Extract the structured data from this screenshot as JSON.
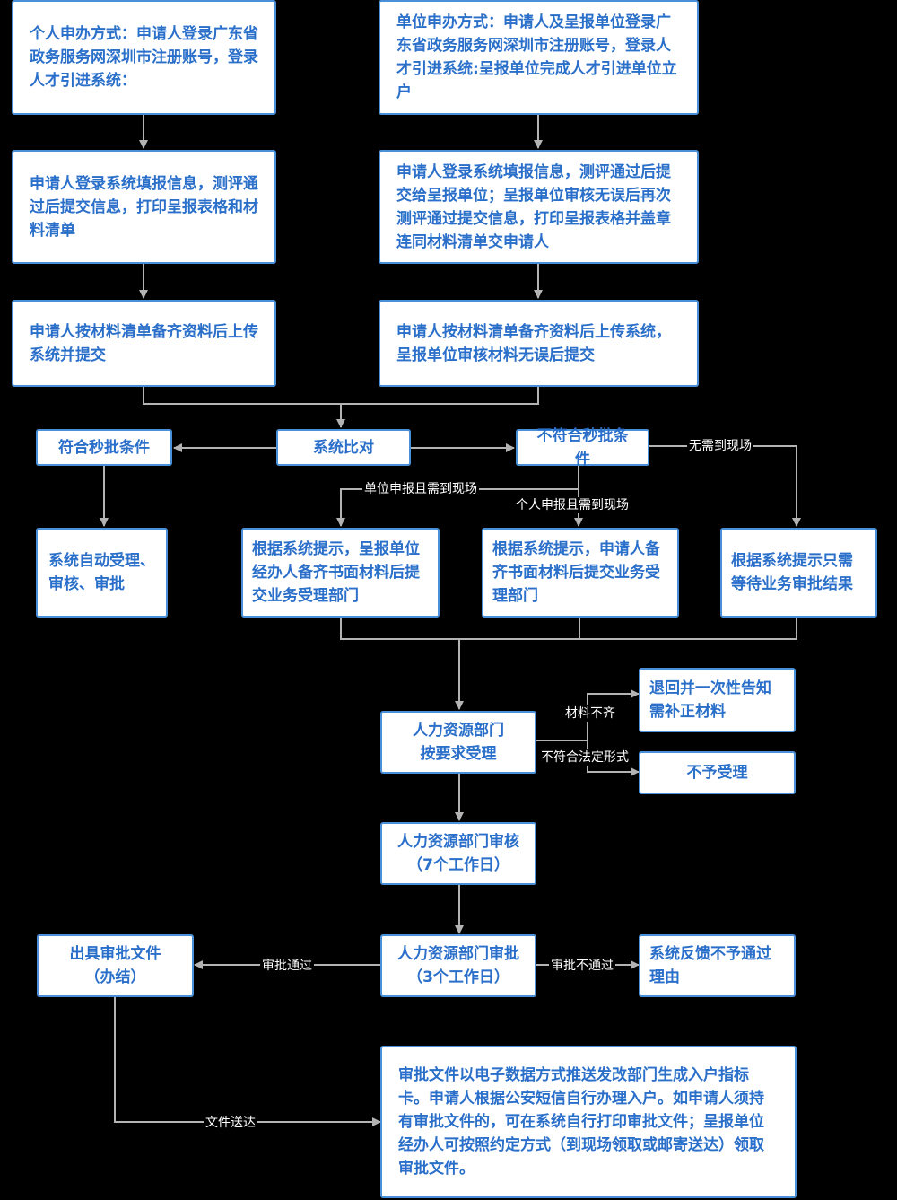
{
  "boxes": {
    "personal_method": "个人申办方式：申请人登录广东省政务服务网深圳市注册账号，登录人才引进系统：",
    "unit_method": "单位申办方式：申请人及呈报单位登录广东省政务服务网深圳市注册账号，登录人才引进系统:呈报单位完成人才引进单位立户",
    "personal_fill": "申请人登录系统填报信息，测评通过后提交信息，打印呈报表格和材料清单",
    "unit_fill": "申请人登录系统填报信息，测评通过后提交给呈报单位；呈报单位审核无误后再次测评通过提交信息，打印呈报表格并盖章连同材料清单交申请人",
    "personal_upload": "申请人按材料清单备齐资料后上传系统并提交",
    "unit_upload": "申请人按材料清单备齐资料后上传系统，呈报单位审核材料无误后提交",
    "qualifies": "符合秒批条件",
    "system_compare": "系统比对",
    "not_qualifies": "不符合秒批条件",
    "auto_approve": "系统自动受理、审核、审批",
    "unit_onsite": "根据系统提示，呈报单位经办人备齐书面材料后提交业务受理部门",
    "personal_onsite": "根据系统提示，申请人备齐书面材料后提交业务受理部门",
    "wait_result": "根据系统提示只需等待业务审批结果",
    "hr_accept": "人力资源部门按要求受理",
    "return_notify": "退回并一次性告知需补正材料",
    "reject": "不予受理",
    "hr_review": "人力资源部门审核（7个工作日）",
    "issue_doc": "出具审批文件（办结）",
    "hr_approve": "人力资源部门审批（3个工作日）",
    "feedback": "系统反馈不予通过理由",
    "final": "审批文件以电子数据方式推送发改部门生成入户指标卡。申请人根据公安短信自行办理入户。如申请人须持有审批文件的，可在系统自行打印审批文件；呈报单位经办人可按照约定方式（到现场领取或邮寄送达）领取审批文件。"
  },
  "labels": {
    "no_need_onsite": "无需到现场",
    "unit_need_onsite": "单位申报且需到现场",
    "personal_need_onsite": "个人申报且需到现场",
    "incomplete": "材料不齐",
    "illegal_form": "不符合法定形式",
    "approved": "审批通过",
    "not_approved": "审批不通过",
    "delivery": "文件送达"
  },
  "colors": {
    "border": "#4a90d9",
    "text": "#2a6fc9",
    "line": "#b3b3b3",
    "background": "#000000"
  }
}
